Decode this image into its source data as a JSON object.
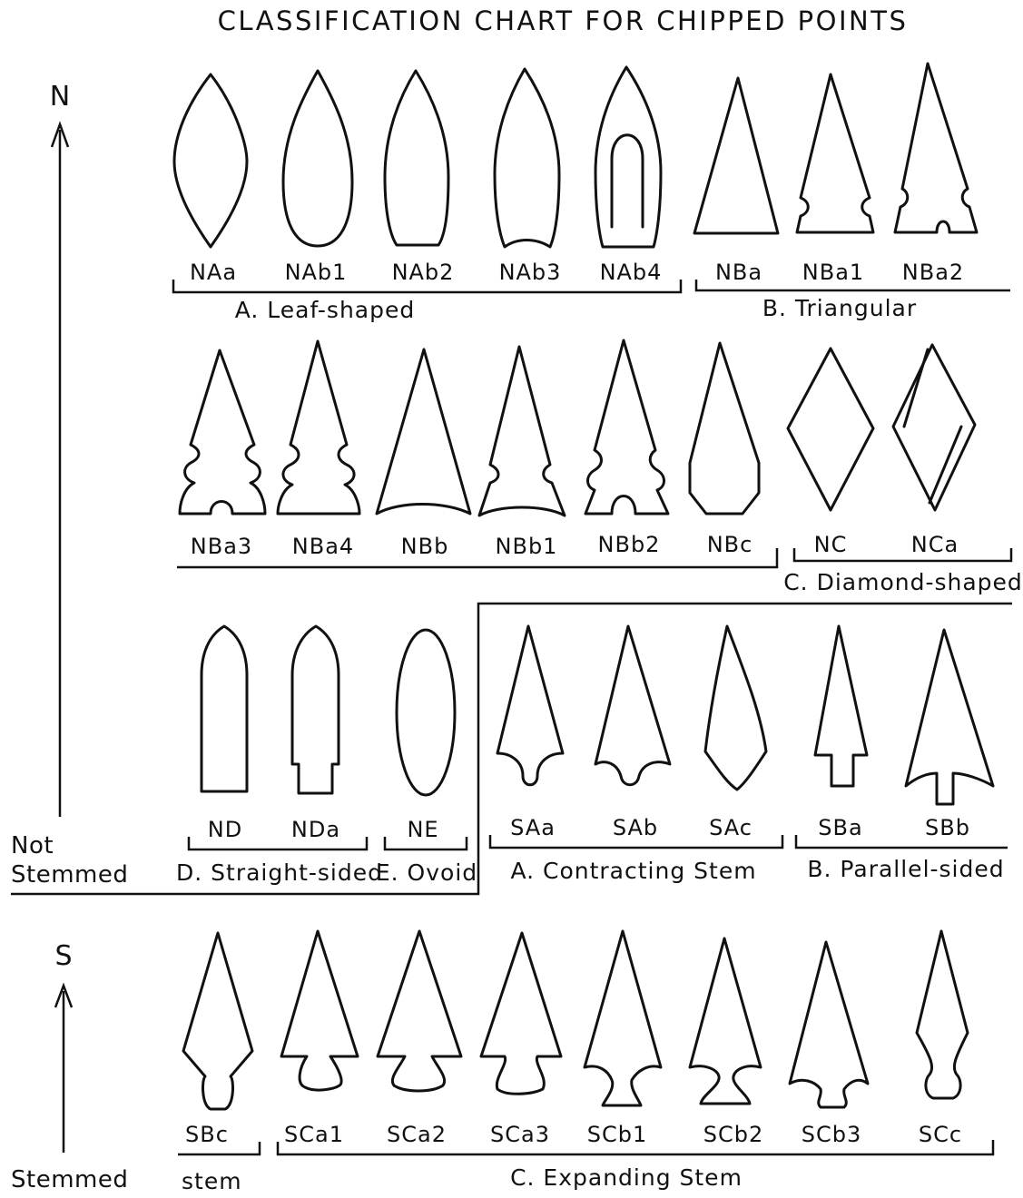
{
  "title": "CLASSIFICATION CHART FOR CHIPPED POINTS",
  "axis": {
    "n_letter": "N",
    "s_letter": "S",
    "not_stemmed": [
      "Not",
      "Stemmed"
    ],
    "stemmed": "Stemmed"
  },
  "rows": [
    {
      "codes": [
        "NAa",
        "NAb1",
        "NAb2",
        "NAb3",
        "NAb4",
        "NBa",
        "NBa1",
        "NBa2"
      ],
      "groups": [
        "A. Leaf-shaped",
        "B. Triangular"
      ]
    },
    {
      "codes": [
        "NBa3",
        "NBa4",
        "NBb",
        "NBb1",
        "NBb2",
        "NBc",
        "NC",
        "NCa"
      ],
      "groups": [
        "C. Diamond-shaped"
      ]
    },
    {
      "codes": [
        "ND",
        "NDa",
        "NE",
        "SAa",
        "SAb",
        "SAc",
        "SBa",
        "SBb"
      ],
      "groups": [
        "D. Straight-sided",
        "E. Ovoid",
        "A. Contracting Stem",
        "B. Parallel-sided"
      ]
    },
    {
      "codes": [
        "SBc",
        "SCa1",
        "SCa2",
        "SCa3",
        "SCb1",
        "SCb2",
        "SCb3",
        "SCc"
      ],
      "groups": [
        "stem",
        "C. Expanding Stem"
      ]
    }
  ]
}
